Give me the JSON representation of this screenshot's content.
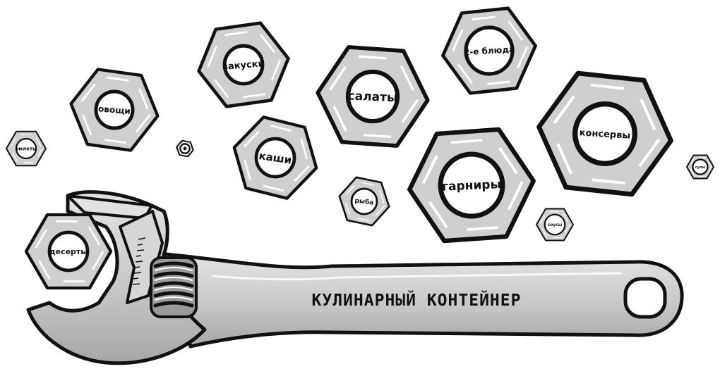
{
  "wrench": {
    "title": "КУЛИНАРНЫЙ КОНТЕЙНЕР"
  },
  "nuts": [
    {
      "id": "omelets",
      "label": "омлеты",
      "small": true
    },
    {
      "id": "tiny",
      "label": "",
      "small": true
    },
    {
      "id": "vegetables",
      "label": "овощи"
    },
    {
      "id": "snacks",
      "label": "закуски"
    },
    {
      "id": "porridge",
      "label": "каши"
    },
    {
      "id": "salads",
      "label": "салаты"
    },
    {
      "id": "fish",
      "label": "рыба",
      "small": true
    },
    {
      "id": "main-courses",
      "label": "2-е блюда"
    },
    {
      "id": "side-dishes",
      "label": "гарниры"
    },
    {
      "id": "canned",
      "label": "консервы"
    },
    {
      "id": "sauces",
      "label": "соусы",
      "small": true
    },
    {
      "id": "soups",
      "label": "супы",
      "small": true
    },
    {
      "id": "desserts",
      "label": "десерты"
    }
  ],
  "colors": {
    "outline": "#111111",
    "metal": "#cfcfcf",
    "metal_dark": "#a9a9a9",
    "inner": "#ffffff"
  }
}
